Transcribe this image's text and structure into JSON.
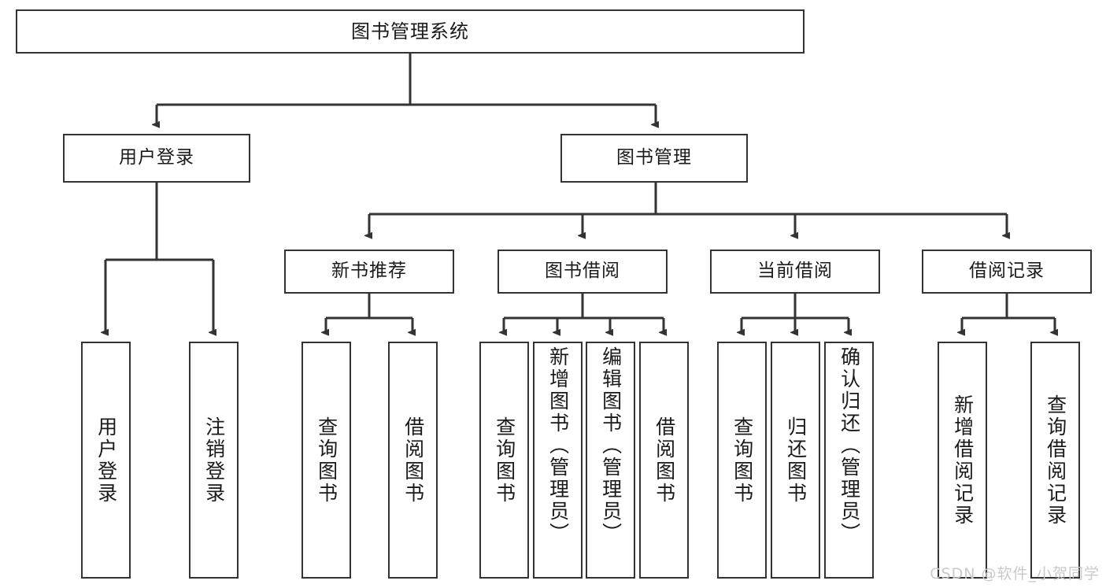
{
  "diagram": {
    "title_node": {
      "id": "root",
      "label": "图书管理系统"
    },
    "level1": [
      {
        "id": "login",
        "label": "用户登录"
      },
      {
        "id": "bookmgmt",
        "label": "图书管理"
      }
    ],
    "level2": [
      {
        "id": "newbook",
        "label": "新书推荐"
      },
      {
        "id": "borrow",
        "label": "图书借阅"
      },
      {
        "id": "current",
        "label": "当前借阅"
      },
      {
        "id": "record",
        "label": "借阅记录"
      }
    ],
    "leaves": {
      "login": [
        {
          "id": "leaf-user-login",
          "label": "用户登录",
          "align": "mid"
        },
        {
          "id": "leaf-user-logout",
          "label": "注销登录",
          "align": "mid"
        }
      ],
      "newbook": [
        {
          "id": "leaf-query-book-1",
          "label": "查询图书",
          "align": "mid"
        },
        {
          "id": "leaf-borrow-book-1",
          "label": "借阅图书",
          "align": "mid"
        }
      ],
      "borrow": [
        {
          "id": "leaf-query-book-2",
          "label": "查询图书",
          "align": "mid"
        },
        {
          "id": "leaf-add-book",
          "label": "新增图书（管理员）",
          "align": "top"
        },
        {
          "id": "leaf-edit-book",
          "label": "编辑图书（管理员）",
          "align": "top"
        },
        {
          "id": "leaf-borrow-book-2",
          "label": "借阅图书",
          "align": "mid"
        }
      ],
      "current": [
        {
          "id": "leaf-query-book-3",
          "label": "查询图书",
          "align": "mid"
        },
        {
          "id": "leaf-return-book",
          "label": "归还图书",
          "align": "mid"
        },
        {
          "id": "leaf-confirm-return",
          "label": "确认归还（管理员）",
          "align": "top"
        }
      ],
      "record": [
        {
          "id": "leaf-add-record",
          "label": "新增借阅记录",
          "align": "mid"
        },
        {
          "id": "leaf-query-record",
          "label": "查询借阅记录",
          "align": "mid"
        }
      ]
    },
    "watermark": "CSDN @软件_小贺同学",
    "colors": {
      "stroke": "#333333",
      "fill": "#ffffff",
      "text": "#1a1a1a",
      "watermark": "#c9c9c9"
    }
  }
}
